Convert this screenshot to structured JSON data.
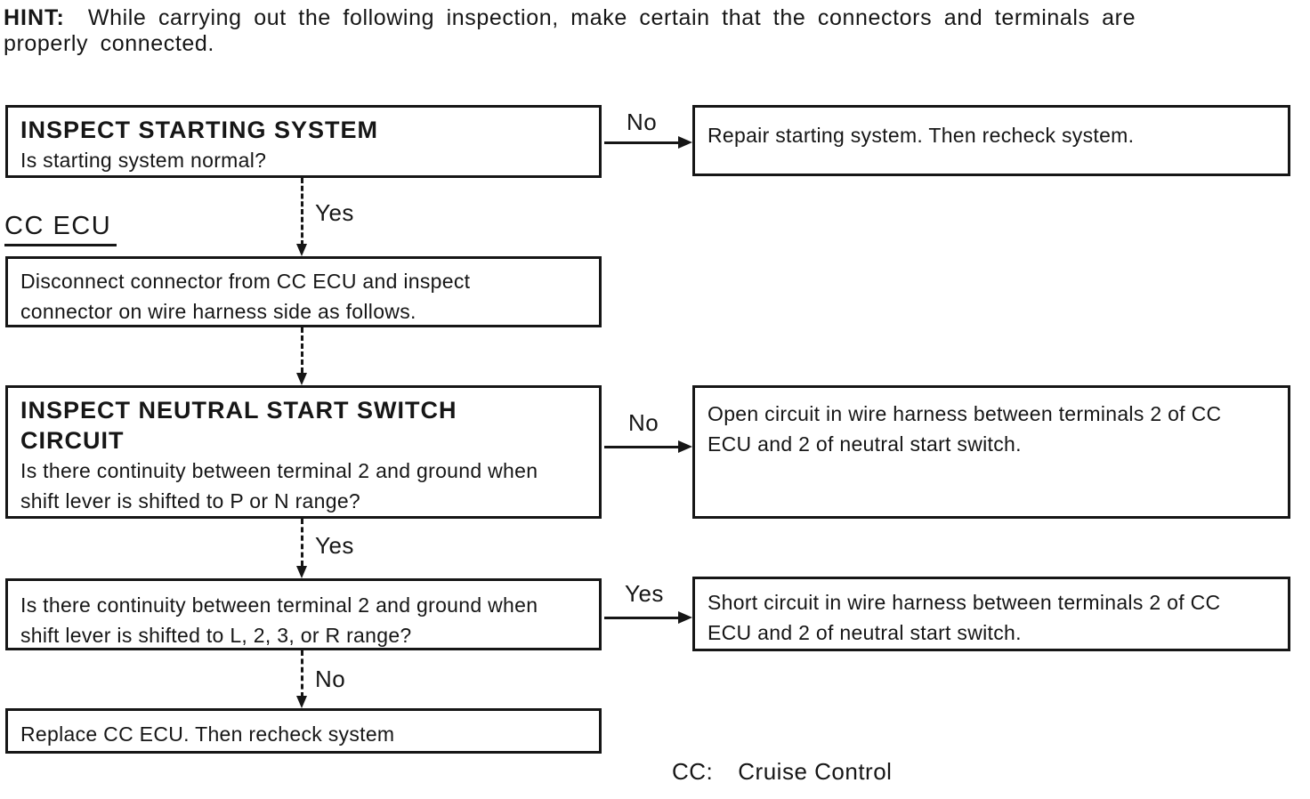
{
  "page": {
    "hint": {
      "label": "HINT:",
      "line1": "While carrying out the following inspection, make certain that the connectors and terminals are",
      "line2": "properly connected."
    },
    "section_label": "CC ECU",
    "footnote": {
      "abbr": "CC:",
      "meaning": "Cruise Control"
    }
  },
  "flow": {
    "box1": {
      "title": "INSPECT STARTING SYSTEM",
      "question": "Is starting system normal?"
    },
    "box2": {
      "line1": "Disconnect connector from CC ECU and inspect",
      "line2": "connector on wire harness side as follows."
    },
    "box3": {
      "title_line1": "INSPECT NEUTRAL START SWITCH",
      "title_line2": "CIRCUIT",
      "question_line1": "Is there continuity between terminal 2 and ground when",
      "question_line2": "shift lever is shifted to P or N range?"
    },
    "box4": {
      "question_line1": "Is there continuity between terminal 2 and ground when",
      "question_line2": "shift lever is shifted to L, 2, 3, or R range?"
    },
    "box5": {
      "text": "Replace CC ECU. Then recheck system"
    },
    "result1": {
      "text": "Repair starting system. Then recheck system."
    },
    "result2": {
      "line1": "Open circuit in wire harness between terminals 2 of CC",
      "line2": "ECU and 2 of neutral start switch."
    },
    "result3": {
      "line1": "Short circuit in wire harness between terminals 2 of CC",
      "line2": "ECU and 2 of neutral start switch."
    },
    "edges": {
      "box1_no": "No",
      "box1_yes": "Yes",
      "box3_no": "No",
      "box3_yes": "Yes",
      "box4_yes": "Yes",
      "box4_no": "No"
    }
  }
}
